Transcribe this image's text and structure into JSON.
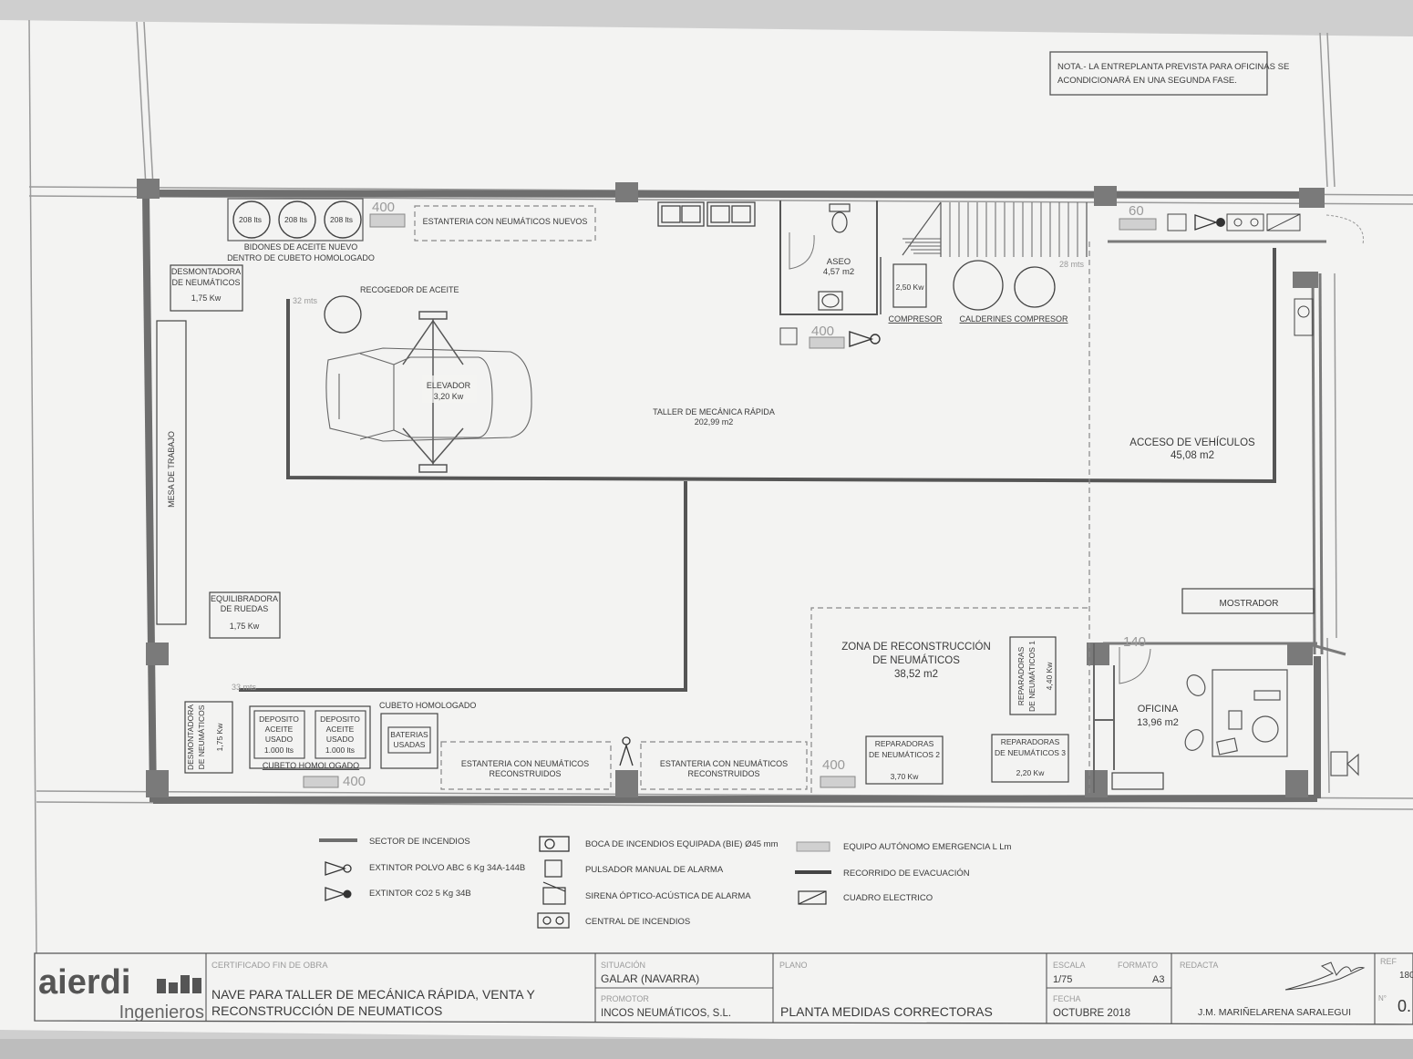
{
  "note": {
    "line1": "NOTA.- LA ENTREPLANTA PREVISTA PARA OFICINAS SE",
    "line2": "ACONDICIONARÁ EN UNA SEGUNDA FASE."
  },
  "tanks": [
    "208 lts",
    "208 lts",
    "208 lts"
  ],
  "tanks_caption": {
    "line1": "BIDONES DE ACEITE NUEVO",
    "line2": "DENTRO DE CUBETO HOMOLOGADO"
  },
  "bie_values": {
    "top_left": "400",
    "top_right": "60",
    "aseo": "400",
    "bottom_left": "400",
    "bottom_mid": "400",
    "oficina": "140"
  },
  "shelves": {
    "new": "ESTANTERIA CON NEUMÁTICOS NUEVOS",
    "recon_line1": "ESTANTERIA CON NEUMÁTICOS",
    "recon_line2": "RECONSTRUIDOS"
  },
  "desmontadora_top": {
    "line1": "DESMONTADORA",
    "line2": "DE NEUMÁTICOS",
    "power": "1,75 Kw"
  },
  "desmontadora_bottom": {
    "line1": "DESMONTADORA",
    "line2": "DE NEUMÁTICOS",
    "power": "1,75 Kw"
  },
  "recogedor": "RECOGEDOR DE ACEITE",
  "mts_labels": {
    "m32": "32 mts",
    "m33": "33 mts",
    "m28": "28 mts"
  },
  "elevador": {
    "line1": "ELEVADOR",
    "line2": "3,20 Kw"
  },
  "mesa": "MESA DE TRABAJO",
  "equilibradora": {
    "line1": "EQUILIBRADORA",
    "line2": "DE RUEDAS",
    "power": "1,75 Kw"
  },
  "taller": {
    "line1": "TALLER DE MECÁNICA RÁPIDA",
    "line2": "202,99 m2"
  },
  "aseo": {
    "line1": "ASEO",
    "line2": "4,57 m2"
  },
  "compresor": {
    "power": "2,50 Kw",
    "label": "COMPRESOR",
    "calderines": "CALDERINES COMPRESOR"
  },
  "acceso": {
    "line1": "ACCESO DE VEHÍCULOS",
    "line2": "45,08 m2"
  },
  "mostrador": "MOSTRADOR",
  "zona": {
    "line1": "ZONA DE RECONSTRUCCIÓN",
    "line2": "DE NEUMÁTICOS",
    "line3": "38,52 m2"
  },
  "rep1": {
    "line1": "REPARADORAS",
    "line2": "DE NEUMÁTICOS 1",
    "power": "4,40 Kw"
  },
  "rep2": {
    "line1": "REPARADORAS",
    "line2": "DE NEUMÁTICOS 2",
    "power": "3,70 Kw"
  },
  "rep3": {
    "line1": "REPARADORAS",
    "line2": "DE NEUMÁTICOS 3",
    "power": "2,20 Kw"
  },
  "oficina": {
    "line1": "OFICINA",
    "line2": "13,96 m2"
  },
  "cubeto": "CUBETO HOMOLOGADO",
  "deposito": {
    "line1": "DEPOSITO",
    "line2": "ACEITE",
    "line3": "USADO",
    "line4": "1.000 lts"
  },
  "baterias": {
    "line1": "BATERIAS",
    "line2": "USADAS"
  },
  "legend": {
    "sector": "SECTOR DE INCENDIOS",
    "ext_polvo": "EXTINTOR POLVO ABC 6 Kg 34A-144B",
    "ext_co2": "EXTINTOR CO2 5 Kg 34B",
    "bie": "BOCA DE INCENDIOS EQUIPADA (BIE) Ø45 mm",
    "pulsador": "PULSADOR MANUAL DE ALARMA",
    "sirena": "SIRENA ÓPTICO-ACÚSTICA DE ALARMA",
    "central": "CENTRAL DE INCENDIOS",
    "emergencia": "EQUIPO AUTÓNOMO EMERGENCIA L Lm",
    "recorrido": "RECORRIDO DE EVACUACIÓN",
    "cuadro": "CUADRO ELECTRICO"
  },
  "title_block": {
    "logo_name": "aierdi",
    "logo_sub": "Ingenieros",
    "cert_label": "CERTIFICADO FIN DE OBRA",
    "project_line1": "NAVE PARA TALLER DE MECÁNICA RÁPIDA, VENTA Y",
    "project_line2": "RECONSTRUCCIÓN DE NEUMATICOS",
    "situacion_label": "SITUACIÓN",
    "situacion": "GALAR (NAVARRA)",
    "promotor_label": "PROMOTOR",
    "promotor": "INCOS NEUMÁTICOS, S.L.",
    "plano_label": "PLANO",
    "plano": "PLANTA MEDIDAS CORRECTORAS",
    "escala_label": "ESCALA",
    "escala": "1/75",
    "formato_label": "FORMATO",
    "formato": "A3",
    "fecha_label": "FECHA",
    "fecha": "OCTUBRE 2018",
    "redacta_label": "REDACTA",
    "redacta": "J.M. MARIÑELARENA SARALEGUI",
    "ref_label": "REF",
    "ref": "180",
    "n_label": "N°",
    "n": "0."
  }
}
